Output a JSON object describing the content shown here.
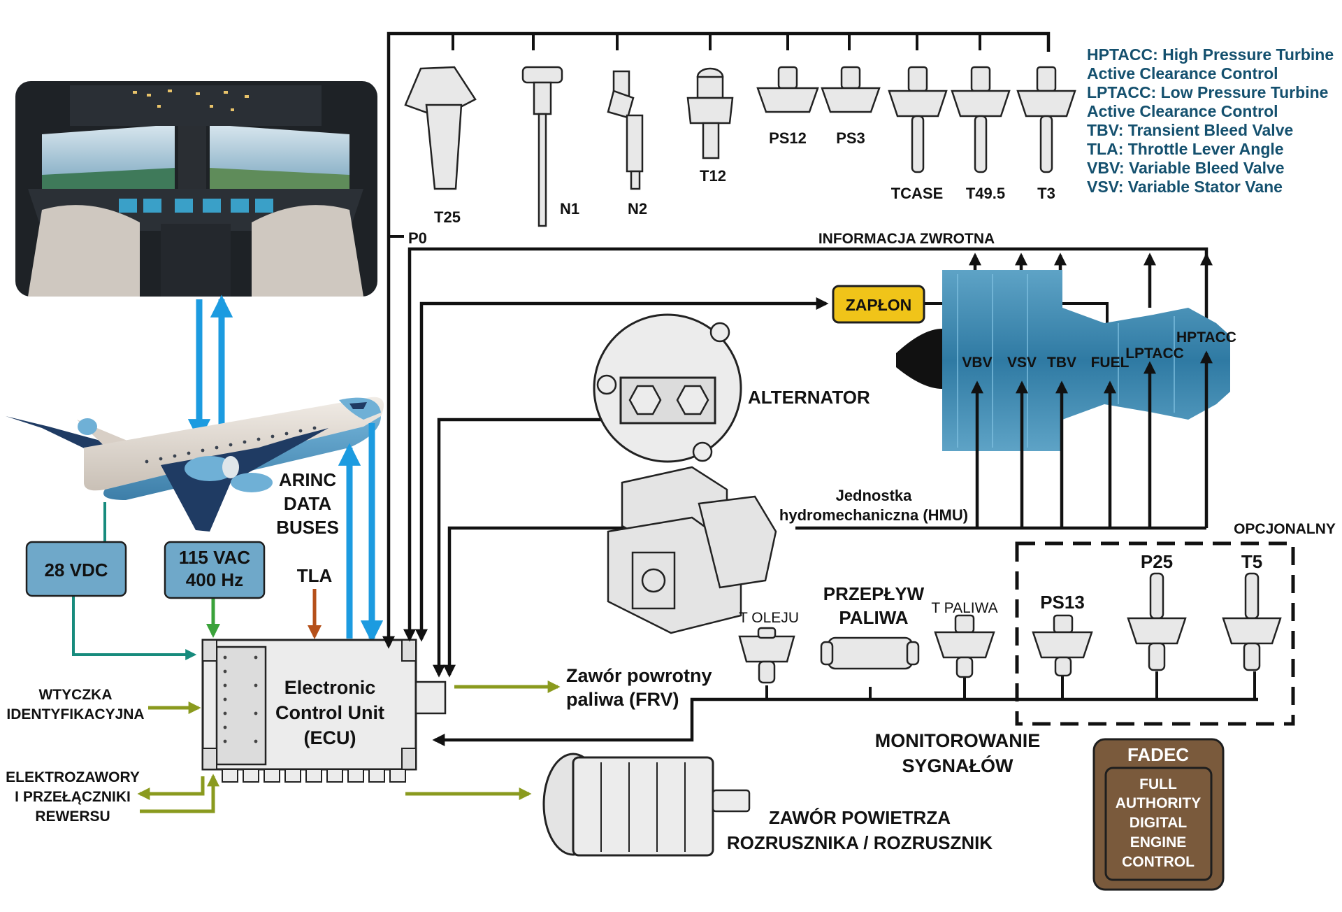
{
  "colors": {
    "line": "#111111",
    "arinc_blue": "#1c9be0",
    "power_teal": "#178b7d",
    "power_green": "#3aa23a",
    "tla_brown": "#b5501a",
    "olive": "#8a9a1e",
    "legend_text": "#14506e",
    "power_box": "#6fa8c9",
    "zaplon_fill": "#f0c419",
    "fadec_brown": "#7a5a3c",
    "engine_blue": "#3d88b0"
  },
  "icons": [
    "cockpit-photo",
    "airplane-icon",
    "ecu-unit",
    "alternator-icon",
    "hmu-icon",
    "starter-valve-icon",
    "turbofan-engine"
  ],
  "legend": [
    "HPTACC: High Pressure Turbine",
    "Active Clearance Control",
    "LPTACC: Low Pressure Turbine",
    "Active Clearance Control",
    "TBV: Transient Bleed Valve",
    "TLA: Throttle Lever Angle",
    "VBV: Variable Bleed Valve",
    "VSV: Variable Stator Vane"
  ],
  "sensors_top": [
    "T25",
    "N1",
    "N2",
    "T12",
    "PS12",
    "PS3",
    "TCASE",
    "T49.5",
    "T3"
  ],
  "p0": "P0",
  "feedback": "INFORMACJA ZWROTNA",
  "zaplon": "ZAPŁON",
  "engine_labels": {
    "vbv": "VBV",
    "vsv": "VSV",
    "tbv": "TBV",
    "fuel": "FUEL",
    "lptacc": "LPTACC",
    "hptacc": "HPTACC"
  },
  "alternator": "ALTERNATOR",
  "hmu": [
    "Jednostka",
    "hydromechaniczna (HMU)"
  ],
  "optional": "OPCJONALNY",
  "optional_sensors": [
    "PS13",
    "P25",
    "T5"
  ],
  "lower_sensors": {
    "oil": "T OLEJU",
    "flow": [
      "PRZEPŁYW",
      "PALIWA"
    ],
    "fuel_t": "T PALIWA"
  },
  "monitoring": [
    "MONITOROWANIE",
    "SYGNAŁÓW"
  ],
  "frv": [
    "Zawór powrotny",
    "paliwa (FRV)"
  ],
  "starter": [
    "ZAWÓR POWIETRZA",
    "ROZRUSZNIKA / ROZRUSZNIK"
  ],
  "arinc": [
    "ARINC",
    "DATA",
    "BUSES"
  ],
  "tla": "TLA",
  "power": {
    "dc": "28 VDC",
    "ac": [
      "115 VAC",
      "400 Hz"
    ]
  },
  "ecu": [
    "Electronic",
    "Control Unit",
    "(ECU)"
  ],
  "id_plug": [
    "WTYCZKA",
    "IDENTYFIKACYJNA"
  ],
  "reverser": [
    "ELEKTROZAWORY",
    "I PRZEŁĄCZNIKI",
    "REWERSU"
  ],
  "fadec": {
    "title": "FADEC",
    "lines": [
      "FULL",
      "AUTHORITY",
      "DIGITAL",
      "ENGINE",
      "CONTROL"
    ]
  }
}
